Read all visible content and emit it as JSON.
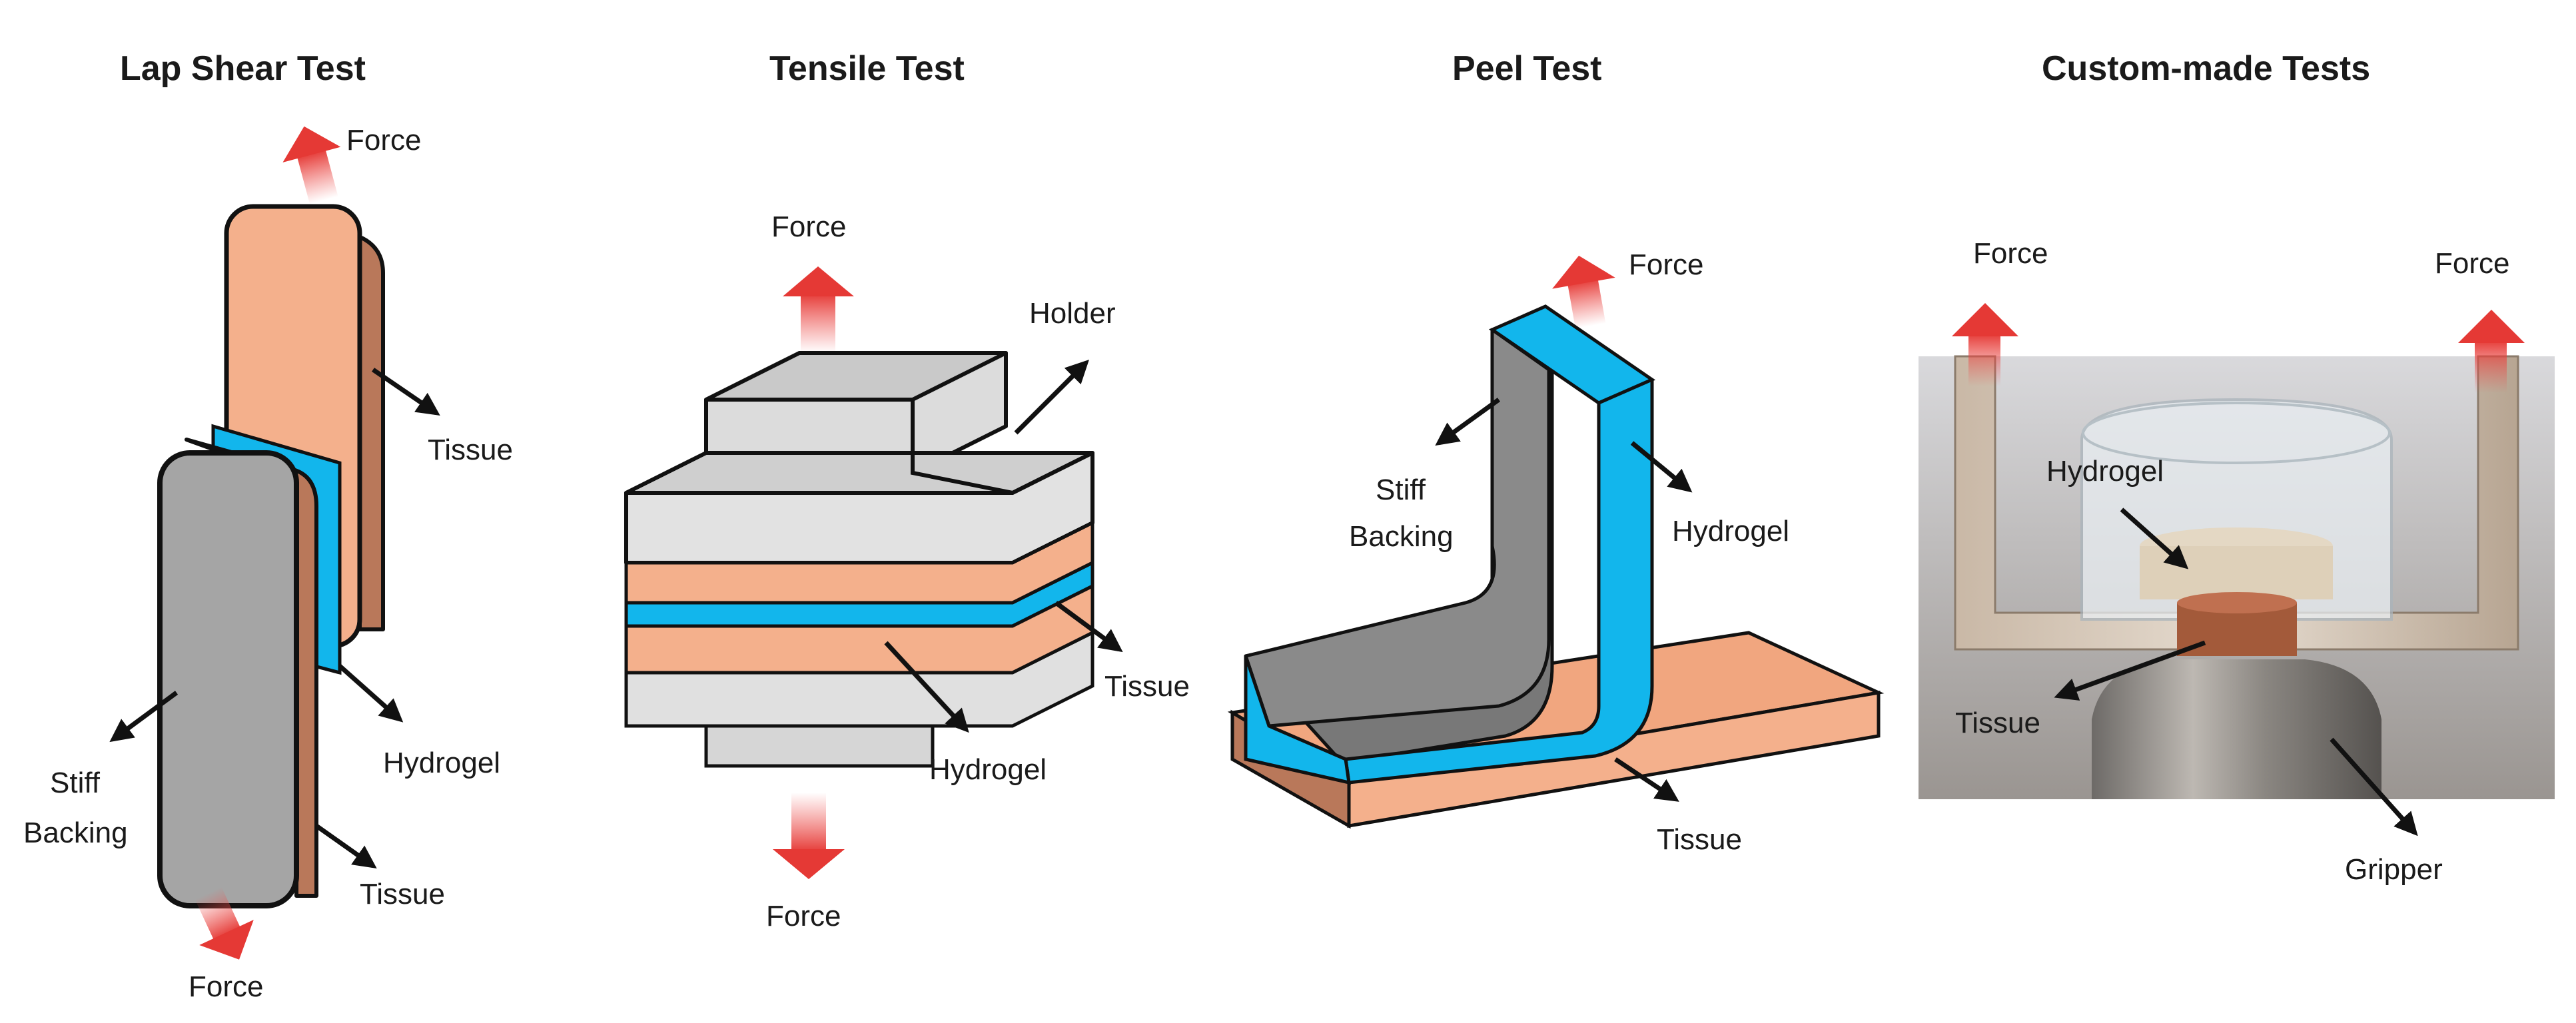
{
  "panels": [
    {
      "title": "Lap Shear Test",
      "labels": {
        "force_top": "Force",
        "force_bottom": "Force",
        "tissue_top": "Tissue",
        "hydrogel": "Hydrogel",
        "stiff": "Stiff",
        "backing": "Backing",
        "tissue_bottom": "Tissue"
      }
    },
    {
      "title": "Tensile Test",
      "labels": {
        "force_top": "Force",
        "holder": "Holder",
        "tissue": "Tissue",
        "hydrogel": "Hydrogel",
        "force_bottom": "Force"
      }
    },
    {
      "title": "Peel Test",
      "labels": {
        "force": "Force",
        "stiff": "Stiff",
        "backing": "Backing",
        "hydrogel": "Hydrogel",
        "tissue": "Tissue"
      }
    },
    {
      "title": "Custom-made Tests",
      "labels": {
        "force_left": "Force",
        "force_right": "Force",
        "hydrogel": "Hydrogel",
        "tissue": "Tissue",
        "gripper": "Gripper"
      }
    }
  ],
  "colors": {
    "tissue_face": "#f4b08c",
    "tissue_side": "#b9785a",
    "hydrogel": "#12b6ec",
    "backing": "#a5a5a5",
    "holder": "#d8d8d8",
    "force_arrow": "#ef5350",
    "outline": "#111111"
  }
}
